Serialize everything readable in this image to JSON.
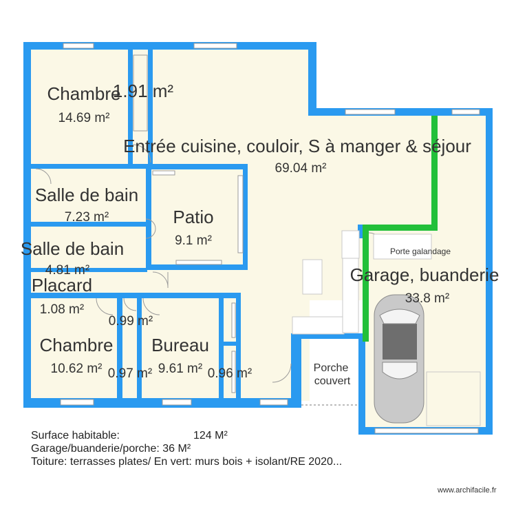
{
  "rooms": [
    {
      "name": "Chambre",
      "area": "14.69 m²"
    },
    {
      "name": "",
      "area": "1.91 m²"
    },
    {
      "name": "Entrée cuisine, couloir, S à manger & séjour",
      "area": "69.04 m²"
    },
    {
      "name": "Salle de bain",
      "area": "7.23 m²"
    },
    {
      "name": "Patio",
      "area": "9.1 m²"
    },
    {
      "name": "Salle de bain",
      "area": "4.81 m²"
    },
    {
      "name": "Placard",
      "area": "1.08 m²"
    },
    {
      "name": "",
      "area": "0.99 m²"
    },
    {
      "name": "Garage, buanderie",
      "area": "33.8 m²"
    },
    {
      "name": "Chambre",
      "area": "10.62 m²"
    },
    {
      "name": "",
      "area": "0.97 m²"
    },
    {
      "name": "Bureau",
      "area": "9.61 m²"
    },
    {
      "name": "",
      "area": "0.96 m²"
    }
  ],
  "labels": {
    "porte_galandage": "Porte galandage",
    "porche_line1": "Porche",
    "porche_line2": "couvert"
  },
  "summary": {
    "habitable_label": "Surface habitable:",
    "habitable_value": "124 M²",
    "garage_label": "Garage/buanderie/porche: 36 M²",
    "toiture": "Toiture: terrasses plates/ En vert: murs bois + isolant/RE 2020..."
  },
  "watermark": "www.archifacile.fr",
  "colors": {
    "wall": "#2a9af0",
    "wood_wall": "#22c03a",
    "floor": "#fbf8e6",
    "car_roof": "#6e6e6e"
  }
}
